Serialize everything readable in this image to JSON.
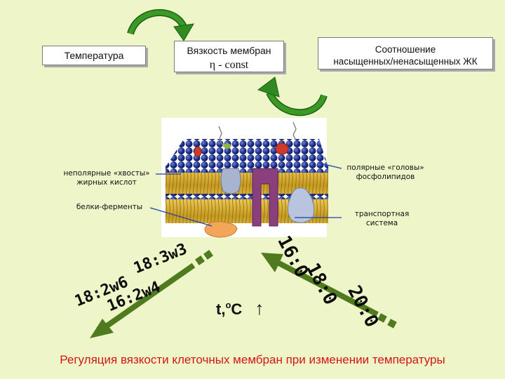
{
  "boxes": {
    "temperature": "Температура",
    "viscosity_title": "Вязкость мембран",
    "viscosity_formula": "η - const",
    "ratio_line1": "Соотношение",
    "ratio_line2": "насыщенных/ненасыщенных ЖК"
  },
  "labels": {
    "tails_line1": "неполярные «хвосты»",
    "tails_line2": "жирных кислот",
    "enzymes": "белки-ферменты",
    "heads_line1": "полярные «головы»",
    "heads_line2": "фосфолипидов",
    "transport_line1": "транспортная",
    "transport_line2": "система"
  },
  "fatty_acids_left": [
    "18:3w3",
    "18:2w6",
    "16:2w4"
  ],
  "fatty_acids_right": [
    "16:0",
    "18:0",
    "20:0"
  ],
  "temperature_axis": {
    "symbol": "t,",
    "unit_sup": "o",
    "unit": "C",
    "arrow": "↑"
  },
  "caption": "Регуляция вязкости клеточных мембран при изменении температуры",
  "colors": {
    "background": "#eef5c9",
    "arrow_green": "#2f8a1f",
    "diag_arrow": "#4f7a1e",
    "caption": "#d31616",
    "pointer_blue": "#1f3fae"
  }
}
